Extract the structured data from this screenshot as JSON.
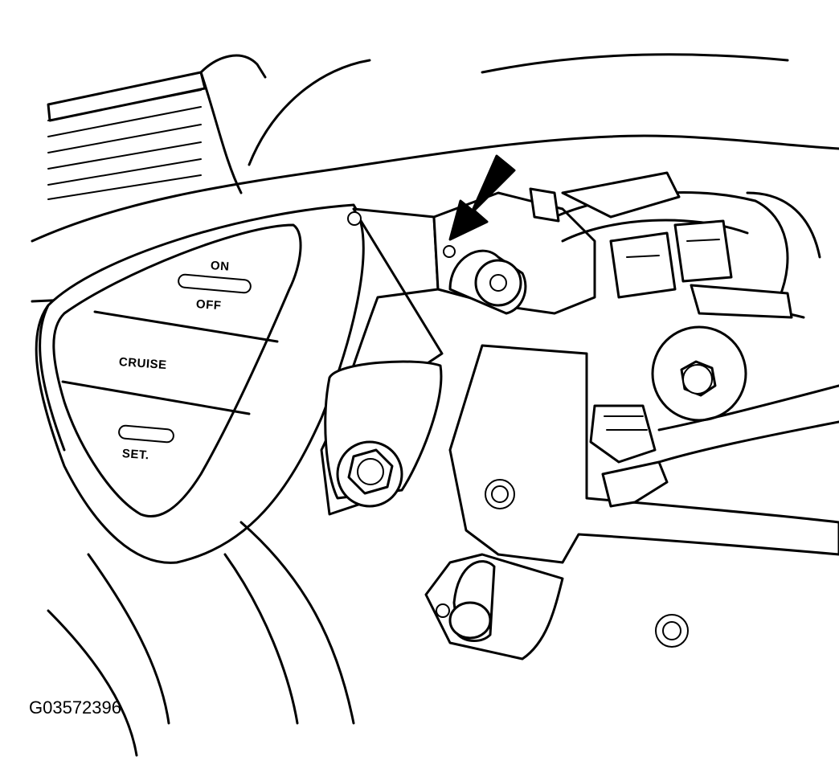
{
  "figure_id": "G03572396",
  "switch_labels": {
    "on": "ON",
    "off": "OFF",
    "cruise": "CRUISE",
    "set": "SET."
  },
  "colors": {
    "line": "#000000",
    "background": "#ffffff"
  }
}
